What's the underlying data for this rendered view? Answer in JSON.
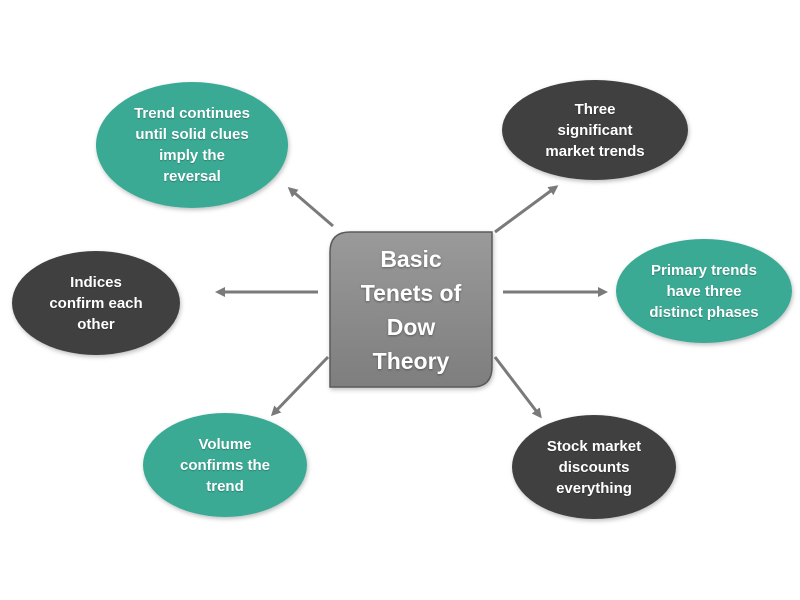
{
  "colors": {
    "teal": "#3aaa95",
    "dark": "#414141",
    "center": "#8c8c8c",
    "arrow": "#7a7a7a"
  },
  "center": {
    "label": "Basic\nTenets of\nDow\nTheory"
  },
  "nodes": [
    {
      "id": "trend-continues",
      "label": "Trend continues\nuntil solid clues\nimply the\nreversal",
      "color": "teal"
    },
    {
      "id": "three-trends",
      "label": "Three\nsignificant\nmarket trends",
      "color": "dark"
    },
    {
      "id": "indices-confirm",
      "label": "Indices\nconfirm each\nother",
      "color": "dark"
    },
    {
      "id": "primary-trends",
      "label": "Primary trends\nhave three\ndistinct phases",
      "color": "teal"
    },
    {
      "id": "volume-confirms",
      "label": "Volume\nconfirms the\ntrend",
      "color": "teal"
    },
    {
      "id": "stock-market",
      "label": "Stock market\ndiscounts\neverything",
      "color": "dark"
    }
  ]
}
